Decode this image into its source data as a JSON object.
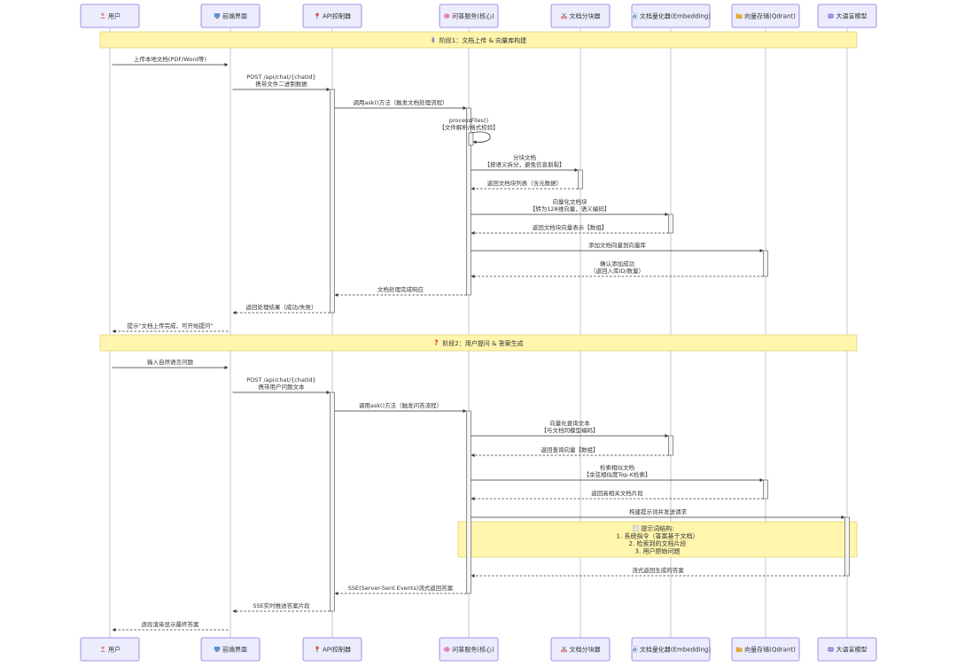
{
  "participants": [
    {
      "id": "user",
      "icon": "person-icon",
      "icon_color": "#e08a8a",
      "label": "用户"
    },
    {
      "id": "frontend",
      "icon": "monitor-icon",
      "icon_color": "#5b8fd6",
      "label": "前端界面"
    },
    {
      "id": "api",
      "icon": "pushpin-icon",
      "icon_color": "#d9534f",
      "label": "API控制器"
    },
    {
      "id": "qa",
      "icon": "brain-icon",
      "icon_color": "#e58fc0",
      "label": "问答服务(核心)"
    },
    {
      "id": "splitter",
      "icon": "scissors-icon",
      "icon_color": "#d9534f",
      "label": "文档分块器"
    },
    {
      "id": "embedder",
      "icon": "bar-chart-icon",
      "icon_color": "#6b8cc7",
      "label": "文档量化器(Embedding)"
    },
    {
      "id": "qdrant",
      "icon": "folder-icon",
      "icon_color": "#e3a93b",
      "label": "向量存储(Qdrant)"
    },
    {
      "id": "llm",
      "icon": "robot-icon",
      "icon_color": "#8a7bd1",
      "label": "大语言模型"
    }
  ],
  "phase_notes": [
    {
      "icon": "rocket-icon",
      "text": "阶段1：文档上传 & 向量库构建"
    },
    {
      "icon": "question-icon",
      "text": "阶段2：用户提问 & 答案生成"
    }
  ],
  "prompt_note": {
    "icon": "memo-icon",
    "lines": [
      "提示词结构:",
      "1. 系统指令（答案基于文档）",
      "2. 检索到的文档片段",
      "3. 用户原始问题"
    ]
  },
  "messages": [
    {
      "from": "user",
      "to": "frontend",
      "style": "solid",
      "lines": [
        "上传本地文档(PDF/Word等)"
      ]
    },
    {
      "from": "frontend",
      "to": "api",
      "style": "solid",
      "lines": [
        "POST /api/chat/{chatId}",
        "携带文件二进制数据"
      ]
    },
    {
      "from": "api",
      "to": "qa",
      "style": "solid",
      "lines": [
        "调用ask()方法（触发文档处理流程）"
      ]
    },
    {
      "from": "qa",
      "to": "qa",
      "style": "self",
      "lines": [
        "processFiles()",
        "【文件解析/格式校验】"
      ]
    },
    {
      "from": "qa",
      "to": "splitter",
      "style": "solid",
      "lines": [
        "分块文档",
        "【按语义拆分，避免信息割裂】"
      ]
    },
    {
      "from": "splitter",
      "to": "qa",
      "style": "dashed",
      "lines": [
        "返回文档块列表（含元数据）"
      ]
    },
    {
      "from": "qa",
      "to": "embedder",
      "style": "solid",
      "lines": [
        "向量化文档块",
        "【转为128维向量，语义编码】"
      ]
    },
    {
      "from": "embedder",
      "to": "qa",
      "style": "dashed",
      "lines": [
        "返回文档块向量表示【数组】"
      ]
    },
    {
      "from": "qa",
      "to": "qdrant",
      "style": "solid",
      "lines": [
        "添加文档向量到向量库"
      ]
    },
    {
      "from": "qdrant",
      "to": "qa",
      "style": "dashed",
      "lines": [
        "确认添加成功",
        "（返回入库ID/数量）"
      ]
    },
    {
      "from": "qa",
      "to": "api",
      "style": "dashed",
      "lines": [
        "文档处理完成响应"
      ]
    },
    {
      "from": "api",
      "to": "frontend",
      "style": "dashed",
      "lines": [
        "返回处理结果（成功/失败）"
      ]
    },
    {
      "from": "frontend",
      "to": "user",
      "style": "dashed",
      "lines": [
        "提示\"文档上传完成，可开始提问\""
      ]
    },
    {
      "from": "user",
      "to": "frontend",
      "style": "solid",
      "lines": [
        "输入自然语言问题"
      ]
    },
    {
      "from": "frontend",
      "to": "api",
      "style": "solid",
      "lines": [
        "POST /api/chat/{chatId}",
        "携带用户问题文本"
      ]
    },
    {
      "from": "api",
      "to": "qa",
      "style": "solid",
      "lines": [
        "调用ask()方法（触发问答流程）"
      ]
    },
    {
      "from": "qa",
      "to": "embedder",
      "style": "solid",
      "lines": [
        "向量化查询文本",
        "【与文档同模型编码】"
      ]
    },
    {
      "from": "embedder",
      "to": "qa",
      "style": "dashed",
      "lines": [
        "返回查询向量【数组】"
      ]
    },
    {
      "from": "qa",
      "to": "qdrant",
      "style": "solid",
      "lines": [
        "检索相似文档",
        "【余弦相似度Top-K检索】"
      ]
    },
    {
      "from": "qdrant",
      "to": "qa",
      "style": "dashed",
      "lines": [
        "返回高相关文档片段"
      ]
    },
    {
      "from": "qa",
      "to": "llm",
      "style": "solid",
      "lines": [
        "构建提示词并发送请求"
      ]
    },
    {
      "from": "llm",
      "to": "qa",
      "style": "dashed",
      "lines": [
        "流式返回生成的答案"
      ]
    },
    {
      "from": "qa",
      "to": "api",
      "style": "dashed",
      "lines": [
        "SSE(Server-Sent Events)流式返回答案"
      ]
    },
    {
      "from": "api",
      "to": "frontend",
      "style": "dashed",
      "lines": [
        "SSE实时推送答案片段"
      ]
    },
    {
      "from": "frontend",
      "to": "user",
      "style": "dashed",
      "lines": [
        "逐段渲染显示最终答案"
      ]
    }
  ]
}
